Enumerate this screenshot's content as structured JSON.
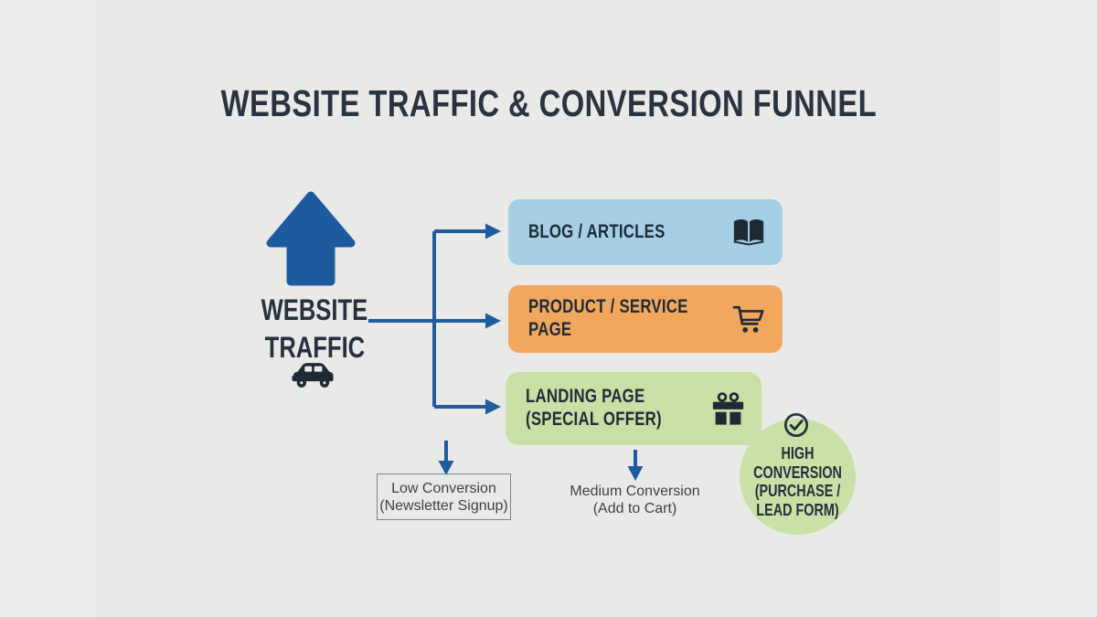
{
  "title": "WEBSITE TRAFFIC & CONVERSION FUNNEL",
  "colors": {
    "background": "#e9e9e7",
    "title_text": "#2a3441",
    "flow_blue": "#1f5c9e",
    "icon_dark": "#1f2a35",
    "blog_box_bg": "#a4cfe4",
    "product_box_bg": "#f2a75e",
    "landing_box_bg": "#c8dfa6",
    "high_circle_bg": "#c9e1a7",
    "note_text": "#3d424a"
  },
  "source": {
    "label_line1": "WEBSITE",
    "label_line2": "TRAFFIC",
    "arrow_icon": "up-arrow-icon",
    "traffic_icon": "car-icon"
  },
  "channels": [
    {
      "label_line1": "BLOG / ARTICLES",
      "icon": "open-book-icon"
    },
    {
      "label_line1": "PRODUCT / SERVICE",
      "label_line2": "PAGE",
      "icon": "shopping-cart-icon"
    },
    {
      "label_line1": "LANDING PAGE",
      "label_line2": "(SPECIAL OFFER)",
      "icon": "gift-icon"
    }
  ],
  "outcomes": {
    "low": {
      "line1": "Low Conversion",
      "line2": "(Newsletter Signup)"
    },
    "medium": {
      "line1": "Medium Conversion",
      "line2": "(Add to Cart)"
    },
    "high": {
      "line1": "HIGH",
      "line2": "CONVERSION",
      "line3": "(PURCHASE /",
      "line4": "LEAD FORM)",
      "icon": "check-circle-icon"
    }
  }
}
